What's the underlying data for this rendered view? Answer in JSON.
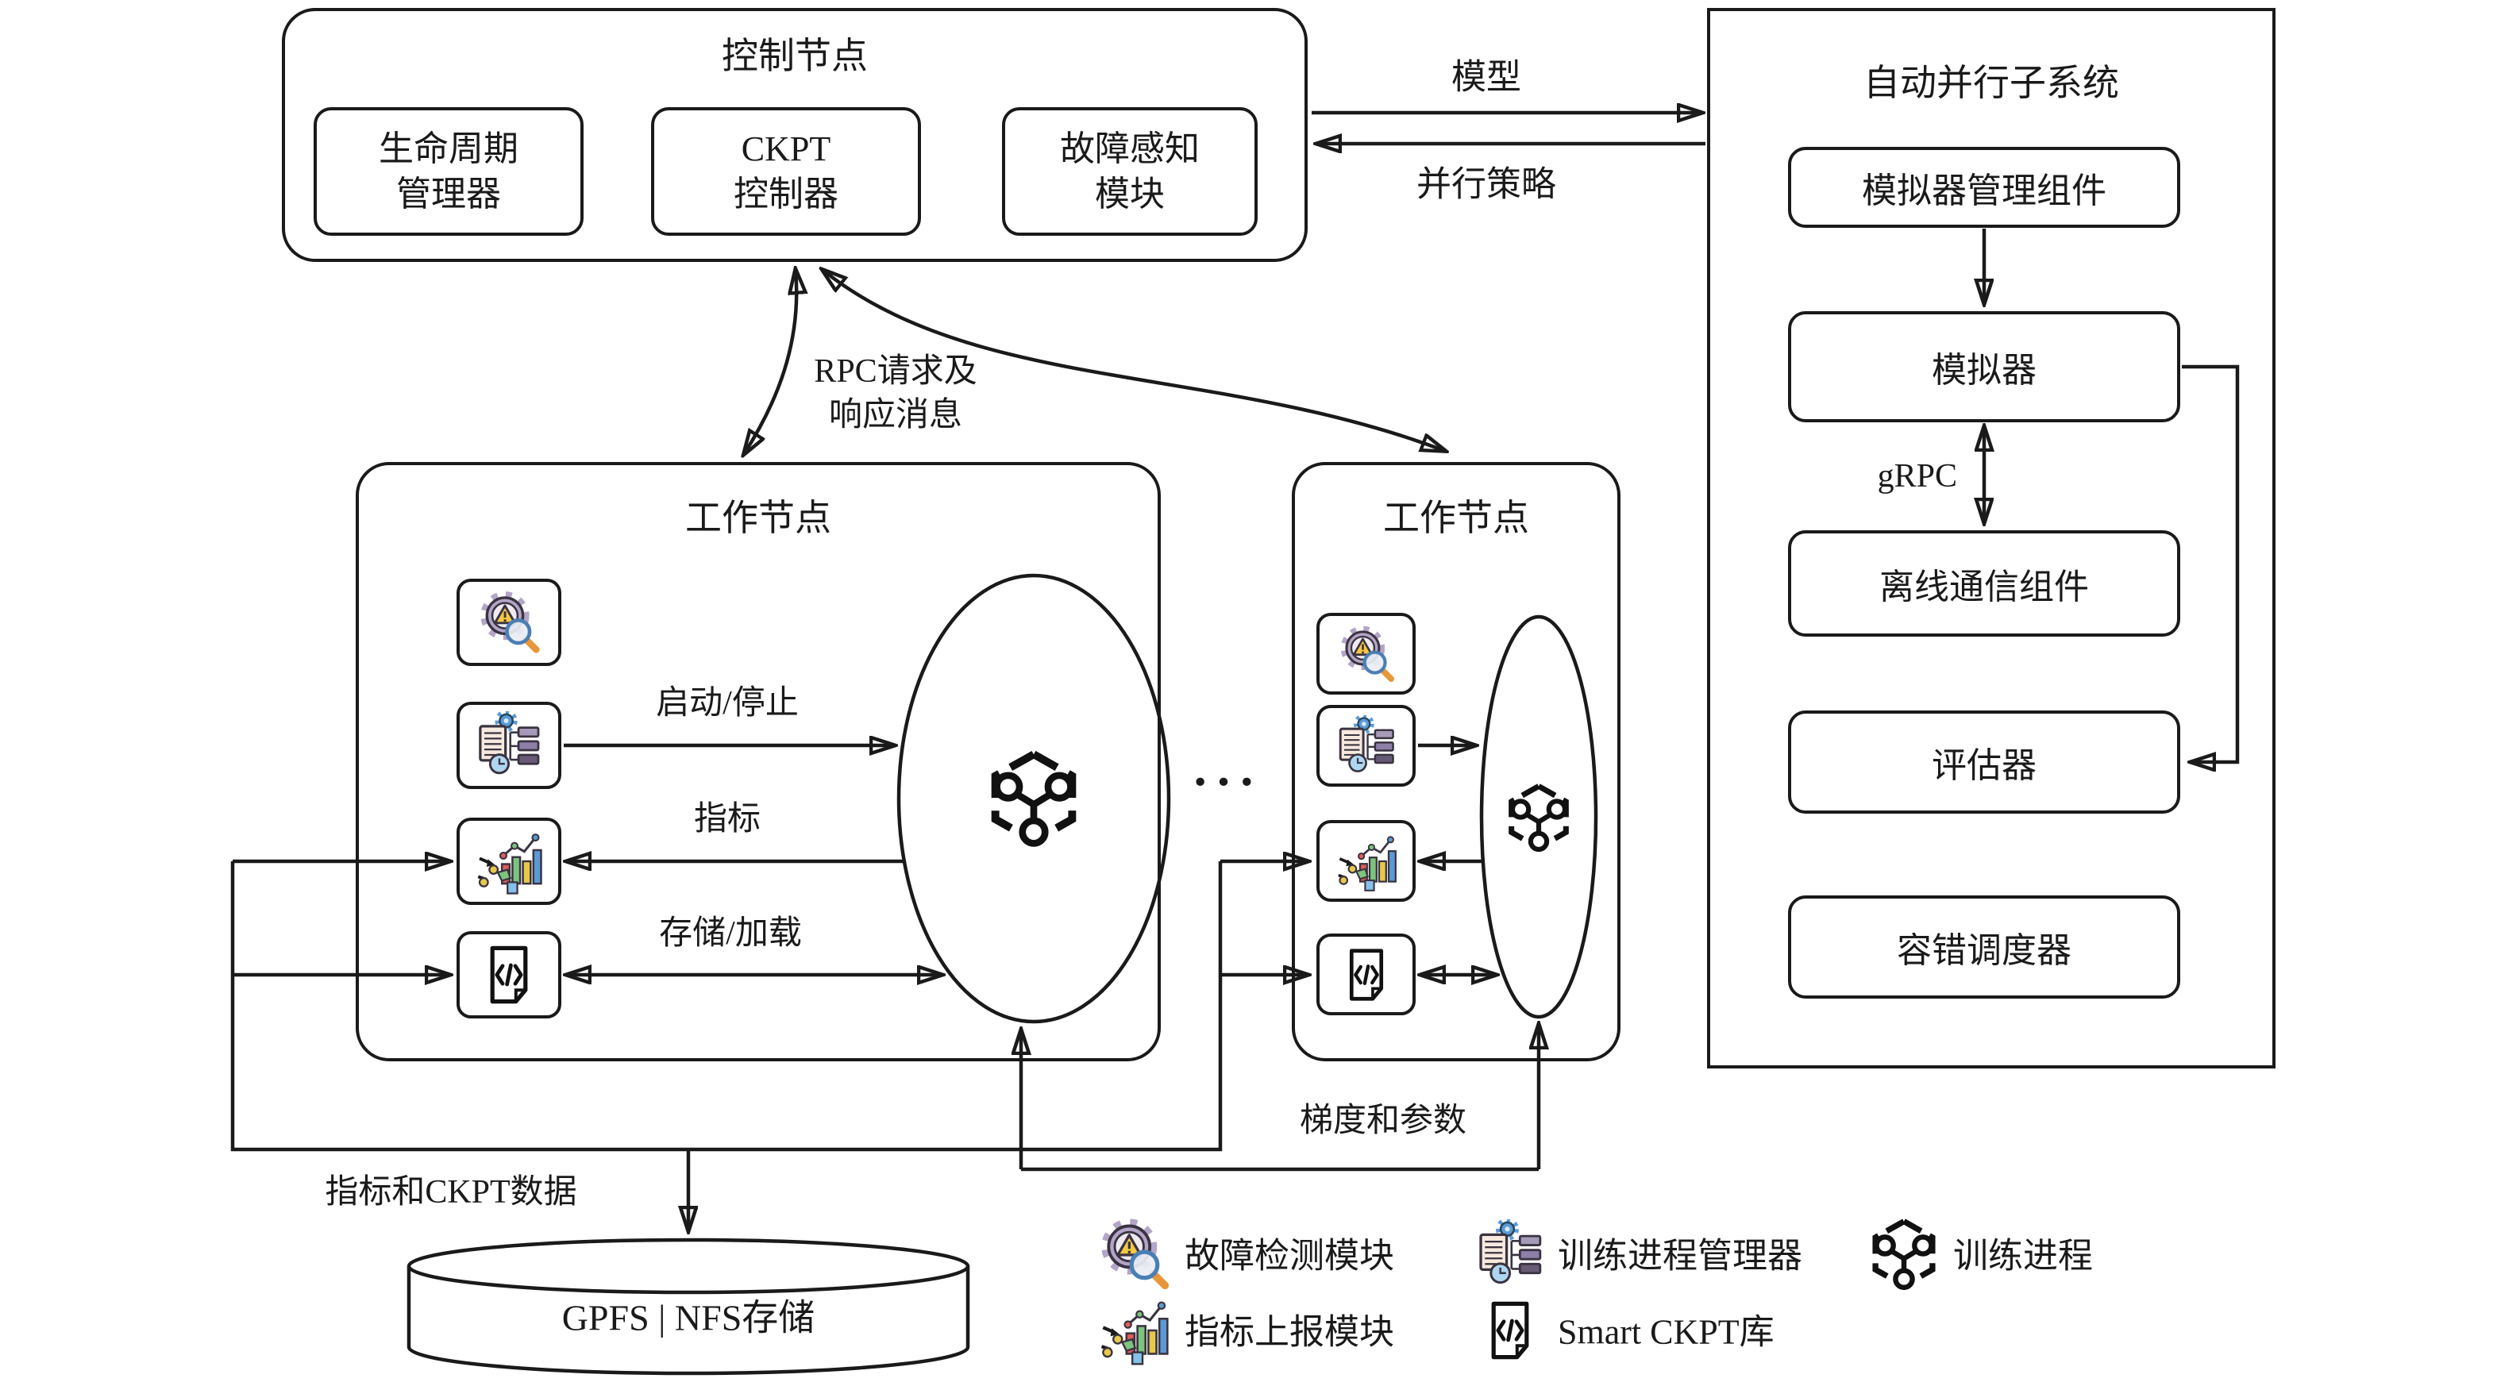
{
  "control_node": {
    "title": "控制节点",
    "modules": [
      {
        "line1": "生命周期",
        "line2": "管理器"
      },
      {
        "line1": "CKPT",
        "line2": "控制器"
      },
      {
        "line1": "故障感知",
        "line2": "模块"
      }
    ]
  },
  "auto_parallel_subsystem": {
    "title": "自动并行子系统",
    "components": [
      {
        "label": "模拟器管理组件"
      },
      {
        "label": "模拟器"
      },
      {
        "label": "离线通信组件"
      },
      {
        "label": "评估器"
      },
      {
        "label": "容错调度器"
      }
    ],
    "grpc_label": "gRPC"
  },
  "edges": {
    "model_label": "模型",
    "parallel_strategy_label": "并行策略",
    "rpc_label_line1": "RPC请求及",
    "rpc_label_line2": "响应消息",
    "start_stop_label": "启动/停止",
    "metrics_label": "指标",
    "store_load_label": "存储/加载",
    "gradients_params_label": "梯度和参数",
    "metrics_ckpt_label": "指标和CKPT数据"
  },
  "worker_nodes": [
    {
      "title": "工作节点"
    },
    {
      "title": "工作节点"
    }
  ],
  "workers_ellipsis": "···",
  "storage": {
    "label": "GPFS | NFS存储"
  },
  "legend": {
    "row1": [
      {
        "icon": "fault-detect-icon",
        "label": "故障检测模块"
      },
      {
        "icon": "process-manager-icon",
        "label": "训练进程管理器"
      },
      {
        "icon": "training-process-icon",
        "label": "训练进程"
      }
    ],
    "row2": [
      {
        "icon": "metrics-report-icon",
        "label": "指标上报模块"
      },
      {
        "icon": "smart-ckpt-icon",
        "label": "Smart CKPT库"
      }
    ]
  },
  "colors": {
    "line": "#1a1a1a",
    "background": "#ffffff",
    "gear_purple": "#b3a5c7",
    "warning_yellow": "#f5c843",
    "magnifier_blue": "#4a7fb5",
    "handle_orange": "#e8963a",
    "doc_cream": "#f7e9de",
    "gear_blue": "#5b9bd5",
    "clock_blue": "#aed6f1",
    "stack_purple": "#8e7fa8",
    "bar_red": "#e05c5c",
    "bar_green": "#7dc47d",
    "bar_yellow": "#e8c84a",
    "bar_blue": "#5b9bd5"
  }
}
